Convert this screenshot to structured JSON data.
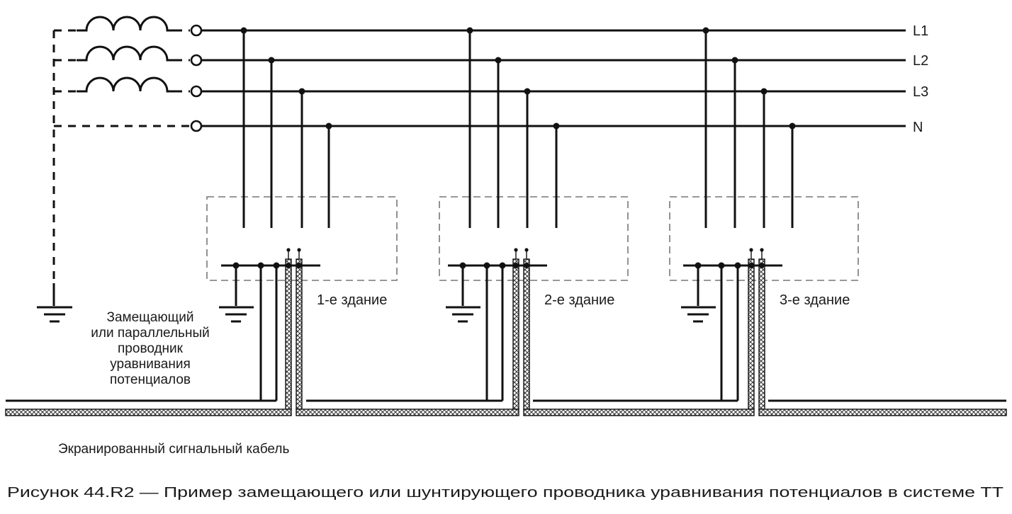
{
  "diagram": {
    "bus_labels": [
      "L1",
      "L2",
      "L3",
      "N"
    ],
    "buildings": [
      "1-е здание",
      "2-е здание",
      "3-е здание"
    ],
    "conductor_label": [
      "Замещающий",
      "или параллельный",
      "проводник",
      "уравнивания",
      "потенциалов"
    ],
    "cable_label": "Экранированный сигнальный кабель",
    "caption": "Рисунок 44.R2 — Пример замещающего или шунтирующего проводника уравнивания потенциалов в системе ТТ",
    "icons": [
      "inductor-coil-icon",
      "terminal-icon",
      "junction-dot-icon",
      "ground-icon",
      "shielded-cable-icon"
    ]
  }
}
